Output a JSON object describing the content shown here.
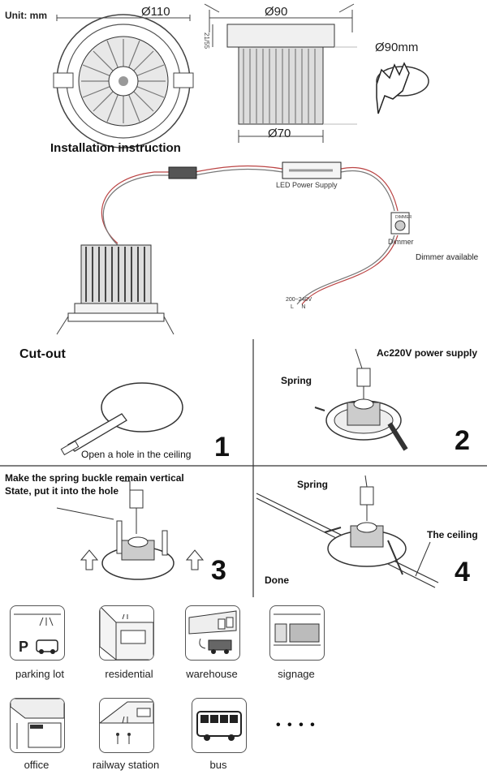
{
  "header": {
    "unit": "Unit: mm",
    "dia_top_left": "Ø110",
    "dia_top_mid": "Ø90",
    "height_vertical": "21/55",
    "dia_bottom_mid": "Ø70",
    "cutout_label": "Ø90mm"
  },
  "wiring": {
    "title": "Installation instruction",
    "power_supply": "LED Power Supply",
    "dimmer": "Dimmer",
    "dimmer_small": "DIMMER",
    "dimmer_note": "Dimmer available",
    "voltage": "200~240V",
    "ln": "L     N"
  },
  "steps": [
    {
      "number": "1",
      "title": "Cut-out",
      "caption": "Open a hole in the ceiling"
    },
    {
      "number": "2",
      "title": "Ac220V power supply",
      "spring": "Spring"
    },
    {
      "number": "3",
      "title": "Make the spring buckle remain vertical",
      "title2": "State, put it into the hole"
    },
    {
      "number": "4",
      "spring": "Spring",
      "ceiling": "The ceiling",
      "done": "Done"
    }
  ],
  "applications": [
    {
      "label": "parking lot",
      "icon": "parking-lot-icon"
    },
    {
      "label": "residential",
      "icon": "residential-icon"
    },
    {
      "label": "warehouse",
      "icon": "warehouse-icon"
    },
    {
      "label": "signage",
      "icon": "signage-icon"
    },
    {
      "label": "office",
      "icon": "office-icon"
    },
    {
      "label": "railway station",
      "icon": "railway-station-icon"
    },
    {
      "label": "bus",
      "icon": "bus-icon"
    }
  ],
  "more": "• • • •"
}
